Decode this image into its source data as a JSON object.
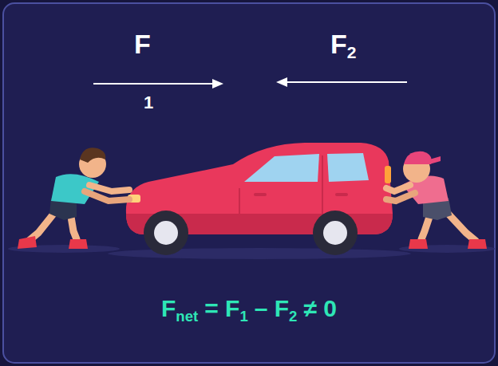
{
  "diagram": {
    "labels": [
      "F",
      "1",
      "F",
      "2",
      "F",
      "net",
      "= F",
      "1",
      "– F",
      "2",
      "≠ 0"
    ]
  }
}
